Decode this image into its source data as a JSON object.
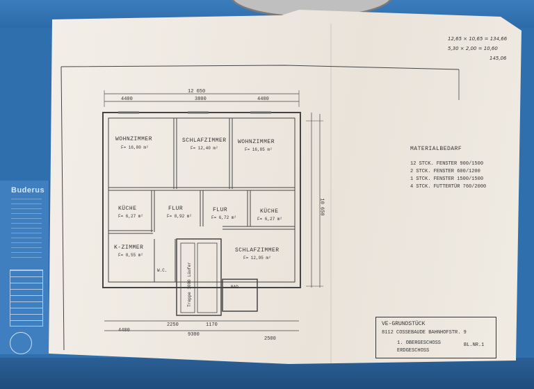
{
  "calc": {
    "line1": "12,65 × 10,65 = 134,66",
    "line2": "5,30 × 2,00 = 10,60",
    "total": "145,06"
  },
  "dimensions": {
    "overall": "12 650",
    "top": [
      "4400",
      "3800",
      "4400"
    ],
    "height": "10 650",
    "bottom_total": "9300",
    "bottom_left": "4400",
    "bottom_right": "2500",
    "stair": [
      "2250",
      "1170"
    ]
  },
  "rooms": [
    {
      "name": "WOHNZIMMER",
      "area": "F= 16,80 m²"
    },
    {
      "name": "SCHLAFZIMMER",
      "area": "F= 12,40 m²"
    },
    {
      "name": "WOHNZIMMER",
      "area": "F= 16,85 m²"
    },
    {
      "name": "KÜCHE",
      "area": "F= 6,27 m²"
    },
    {
      "name": "FLUR",
      "area": "F= 8,92 m²"
    },
    {
      "name": "FLUR",
      "area": "F= 6,72 m²"
    },
    {
      "name": "KÜCHE",
      "area": "F= 6,27 m²"
    },
    {
      "name": "K-ZIMMER",
      "area": "F= 8,55 m²"
    },
    {
      "name": "SCHLAFZIMMER",
      "area": "F= 12,95 m²"
    }
  ],
  "labels": {
    "wc": "W.C.",
    "bath": "BAD",
    "stair": "Treppe 1000 Läufer"
  },
  "materials": {
    "heading": "MATERIALBEDARF",
    "items": [
      "12 STCK. FENSTER 900/1500",
      "2 STCK. FENSTER 600/1200",
      "1 STCK. FENSTER 1500/1500",
      "4 STCK. FUTTERTÜR 760/2000"
    ]
  },
  "title_block": {
    "line1": "VE-GRUNDSTÜCK",
    "line2": "8112 COSSEBAUDE BAHNHOFSTR. 9",
    "line3": "1. OBERGESCHOSS",
    "line4": "ERDGESCHOSS",
    "sheet": "BL.NR.1"
  },
  "boiler": {
    "brand": "Buderus"
  }
}
